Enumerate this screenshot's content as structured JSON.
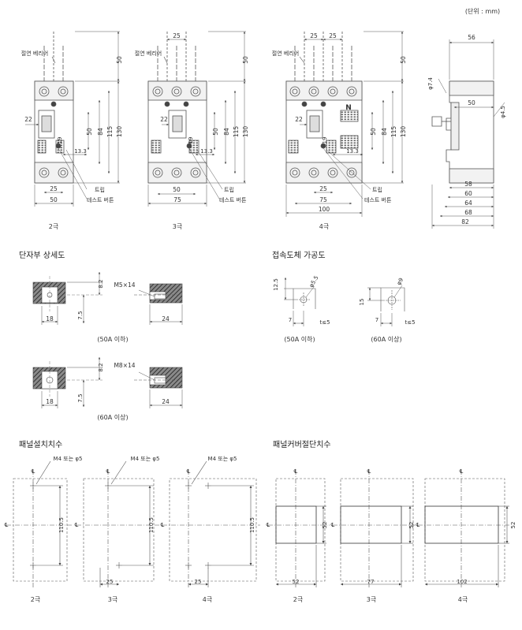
{
  "unit_note": "(단위 : mm)",
  "main_views": {
    "p2": {
      "caption": "2극",
      "dim_25": "25",
      "dim_50": "50",
      "dim_50h": "50",
      "dim_84": "84",
      "dim_115": "115",
      "dim_130": "130",
      "dim_22": "22",
      "dim_19": "19",
      "dim_13_3": "13.3",
      "dim_50top": "50",
      "barrier": "절연 베리어",
      "trip": "트립",
      "test": "테스트 버튼"
    },
    "p3": {
      "caption": "3극",
      "dim_25": "25",
      "dim_50": "50",
      "dim_75": "75",
      "dim_50h": "50",
      "dim_84": "84",
      "dim_115": "115",
      "dim_130": "130",
      "dim_22": "22",
      "dim_19": "19",
      "dim_13_3": "13.3",
      "dim_50top": "50",
      "barrier": "절연 베리어",
      "trip": "트립",
      "test": "테스트 버튼"
    },
    "p4": {
      "caption": "4극",
      "dim_25a": "25",
      "dim_25b": "25",
      "dim_25c": "25",
      "dim_75": "75",
      "dim_100": "100",
      "dim_50h": "50",
      "dim_84": "84",
      "dim_115": "115",
      "dim_130": "130",
      "dim_22": "22",
      "dim_19": "19",
      "dim_13_3": "13.3",
      "dim_50top": "50",
      "barrier": "절연 베리어",
      "trip": "트립",
      "test": "테스트 버튼",
      "n_mark": "N"
    },
    "side": {
      "dim_56": "56",
      "dim_50": "50",
      "dim_58": "58",
      "dim_60": "60",
      "dim_64": "64",
      "dim_68": "68",
      "dim_82": "82",
      "dim_phi74": "φ7.4",
      "dim_phi45": "φ4.5"
    }
  },
  "terminal_detail": {
    "title": "단자부 상세도",
    "top": {
      "screw": "M5×14",
      "d18": "18",
      "d82": "8.2",
      "d75": "7.5",
      "d24": "24",
      "caption": "(50A 이하)"
    },
    "bottom": {
      "screw": "M8×14",
      "d18": "18",
      "d82": "8.2",
      "d75": "7.5",
      "d24": "24",
      "caption": "(60A 이상)"
    }
  },
  "conductor": {
    "title": "접속도체 가공도",
    "left": {
      "d125": "12.5",
      "phi": "φ5.5",
      "d7": "7",
      "t": "t≤5",
      "caption": "(50A 이하)"
    },
    "right": {
      "d15": "15",
      "phi": "φ9",
      "d7": "7",
      "t": "t≤5",
      "caption": "(60A 이상)"
    }
  },
  "panel_mount": {
    "title": "패널설치치수",
    "screw_label": "M4 또는 φ5",
    "h_dim": "110.5",
    "p2": {
      "caption": "2극"
    },
    "p3": {
      "caption": "3극",
      "w": "25"
    },
    "p4": {
      "caption": "4극",
      "w": "25"
    }
  },
  "panel_cutout": {
    "title": "패널커버절단치수",
    "h_dim": "52",
    "p2": {
      "caption": "2극",
      "w": "52"
    },
    "p3": {
      "caption": "3극",
      "w": "77"
    },
    "p4": {
      "caption": "4극",
      "w": "102"
    }
  },
  "colors": {
    "line": "#555555",
    "dim_blue": "#2a6db3",
    "hatch": "#444444"
  }
}
